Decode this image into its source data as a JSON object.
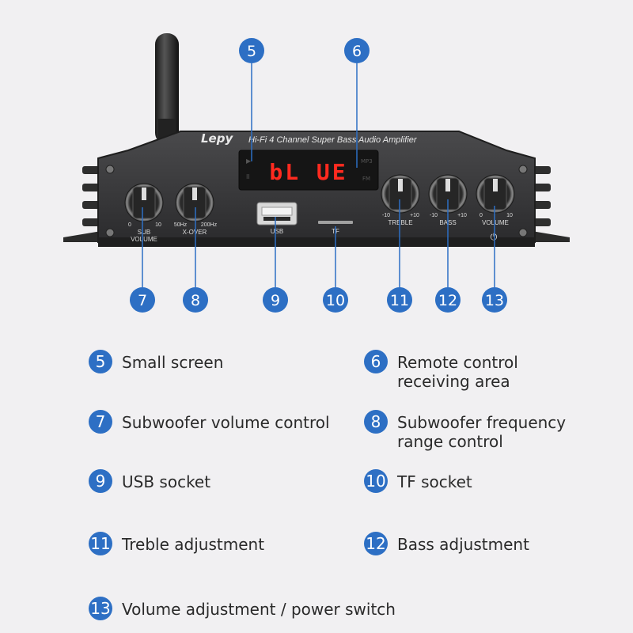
{
  "device": {
    "brand": "Lepy",
    "title": "Hi-Fi 4 Channel Super Bass Audio Amplifier",
    "display_text": "bL UE",
    "display_icons": {
      "left_top": "▶",
      "left_bottom": "II",
      "right_top": "MP3",
      "right_bottom": "FM"
    },
    "knobs": [
      {
        "id": "sub-volume",
        "min_label": "0",
        "max_label": "10",
        "name_lines": [
          "SUB",
          "VOLUME"
        ]
      },
      {
        "id": "x-over",
        "min_label": "50Hz",
        "max_label": "200Hz",
        "name_lines": [
          "X-OVER"
        ]
      },
      {
        "id": "treble",
        "min_label": "-10",
        "max_label": "+10",
        "name_lines": [
          "TREBLE"
        ]
      },
      {
        "id": "bass",
        "min_label": "-10",
        "max_label": "+10",
        "name_lines": [
          "BASS"
        ]
      },
      {
        "id": "volume",
        "min_label": "0",
        "max_label": "10",
        "name_lines": [
          "VOLUME"
        ]
      }
    ],
    "usb_label": "USB",
    "tf_label": "TF",
    "power_symbol": "⏻"
  },
  "callouts": [
    {
      "number": "5",
      "target": "display"
    },
    {
      "number": "6",
      "target": "ir-receiver"
    },
    {
      "number": "7",
      "target": "sub-volume"
    },
    {
      "number": "8",
      "target": "x-over"
    },
    {
      "number": "9",
      "target": "usb"
    },
    {
      "number": "10",
      "target": "tf"
    },
    {
      "number": "11",
      "target": "treble"
    },
    {
      "number": "12",
      "target": "bass"
    },
    {
      "number": "13",
      "target": "volume"
    }
  ],
  "legend": [
    {
      "number": "5",
      "text": "Small screen"
    },
    {
      "number": "6",
      "text": "Remote control\nreceiving area"
    },
    {
      "number": "7",
      "text": "Subwoofer volume control"
    },
    {
      "number": "8",
      "text": "Subwoofer frequency\nrange control"
    },
    {
      "number": "9",
      "text": "USB socket"
    },
    {
      "number": "10",
      "text": "TF socket"
    },
    {
      "number": "11",
      "text": "Treble adjustment"
    },
    {
      "number": "12",
      "text": "Bass adjustment"
    },
    {
      "number": "13",
      "text": "Volume adjustment / power switch"
    }
  ],
  "colors": {
    "callout": "#2d6fc4",
    "display_digits": "#ff2a1f",
    "panel": "#3a3a3c",
    "background": "#f1f0f2"
  }
}
